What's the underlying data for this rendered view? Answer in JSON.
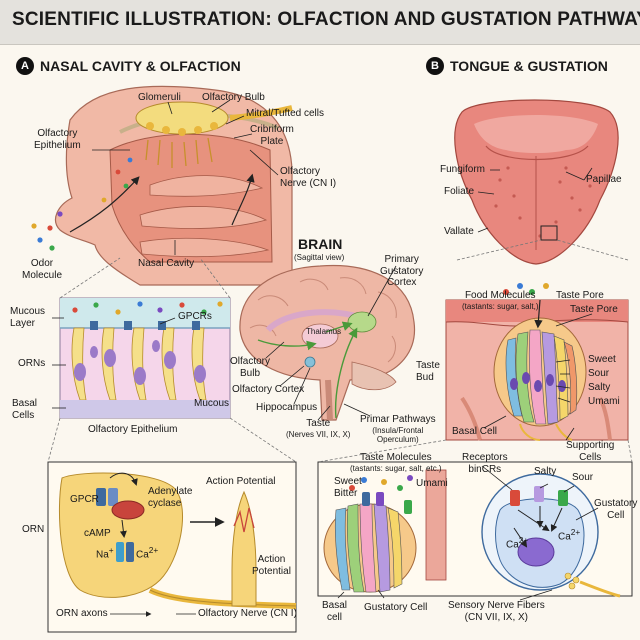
{
  "title": "SCIENTIFIC ILLUSTRATION: OLFACTION AND GUSTATION PATHWAYS",
  "sections": {
    "a": {
      "badge": "A",
      "label": "NASAL CAVITY & OLFACTION"
    },
    "b": {
      "badge": "B",
      "label": "TONGUE & GUSTATION"
    }
  },
  "nasal": {
    "glomeruli": "Glomeruli",
    "olfactory_bulb": "Olfactory Bulb",
    "mitral_tufted": "Mitral/Tufted cells",
    "cribriform_1": "Cribriform",
    "cribriform_2": "Plate",
    "olf_epithelium_1": "Olfactory",
    "olf_epithelium_2": "Epithelium",
    "olf_nerve_1": "Olfactory",
    "olf_nerve_2": "Nerve (CN I)",
    "odor_1": "Odor",
    "odor_2": "Molecule",
    "nasal_cavity": "Nasal Cavity"
  },
  "epithelium": {
    "mucous_1": "Mucous",
    "mucous_2": "Layer",
    "gpcrs": "GPCRs",
    "orns": "ORNs",
    "basal_1": "Basal",
    "basal_2": "Cells",
    "mucous_bottom": "Mucous",
    "caption": "Olfactory Epithelium"
  },
  "orn_detail": {
    "side_label": "ORN",
    "gpcr": "GPCR",
    "adenylate_1": "Adenylate",
    "adenylate_2": "cyclase",
    "camp": "cAMP",
    "na": "Na",
    "ca": "Ca",
    "action_top": "Action Potential",
    "action_r1": "Action",
    "action_r2": "Potential",
    "orn_axons": "ORN axons",
    "olf_nerve": "Olfactory Nerve (CN I)"
  },
  "brain": {
    "title": "BRAIN",
    "subtitle": "(Sagittal view)",
    "pgc_1": "Primary",
    "pgc_2": "Gustatory",
    "pgc_3": "Cortex",
    "thalamus": "Thalamus",
    "olf_bulb_1": "Olfactory",
    "olf_bulb_2": "Bulb",
    "olf_cortex": "Olfactory Cortex",
    "hippocampus": "Hippocampus",
    "taste_1": "Taste",
    "taste_2": "(Nerves VII, IX, X)",
    "pathways_1": "Primar Pathways",
    "pathways_2": "(Insula/Frontal",
    "pathways_3": "Operculum)"
  },
  "tongue": {
    "fungiform": "Fungiform",
    "foliate": "Foliate",
    "vallate": "Vallate",
    "papillae": "Papillae"
  },
  "taste_bud": {
    "food_1": "Food Molecules",
    "food_2": "(tastants: sugar, salt,)",
    "taste_pore_top": "Taste Pore",
    "taste_pore_right": "Taste Pore",
    "bud_1": "Taste",
    "bud_2": "Bud",
    "sweet": "Sweet",
    "sour": "Sour",
    "salty": "Salty",
    "umami": "Umami",
    "basal_cell": "Basal Cell",
    "supporting_1": "Supporting",
    "supporting_2": "Cells"
  },
  "taste_detail": {
    "molecules_1": "Taste Molecules",
    "molecules_2": "(tastants: sugar, salt, etc.)",
    "sweet": "Sweet",
    "bitter": "Bitter",
    "umami": "Umami",
    "receptors_1": "Receptors",
    "receptors_2": "binCRs",
    "salty": "Salty",
    "sour": "Sour",
    "gustatory_1": "Gustatory",
    "gustatory_2": "Cell",
    "ca_left": "Ca",
    "ca_right": "Ca",
    "basal_1": "Basal",
    "basal_2": "cell",
    "gustatory_cell": "Gustatory Cell",
    "sensory_1": "Sensory Nerve Fibers",
    "sensory_2": "(CN VII, IX, X)"
  },
  "colors": {
    "skin": "#f1b9a6",
    "tissue": "#e7927e",
    "bulb": "#f3dc7e",
    "nerve": "#e9b73c",
    "brain": "#eeb7a5",
    "mucus": "#cfe9ec",
    "receptor": "#3e6a9e"
  }
}
